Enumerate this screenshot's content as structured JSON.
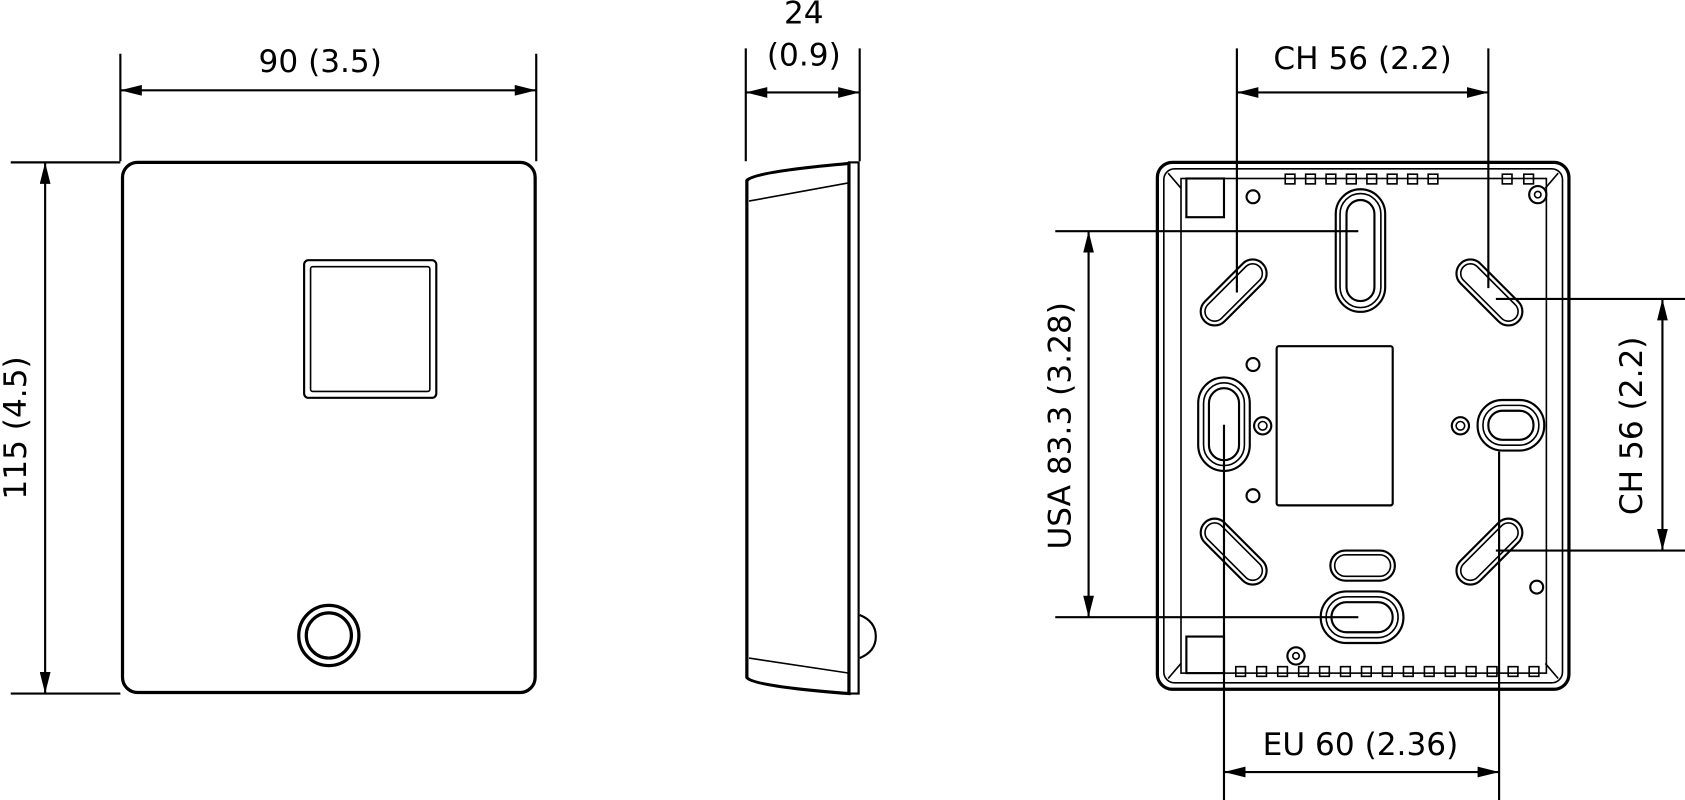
{
  "views": {
    "front": {
      "width_label": "90 (3.5)",
      "height_label": "115 (4.5)"
    },
    "side": {
      "depth_label_top": "24",
      "depth_label_bottom": "(0.9)"
    },
    "back": {
      "ch_horizontal_label": "CH 56 (2.2)",
      "usa_vertical_label": "USA 83.3 (3.28)",
      "ch_vertical_label": "CH 56 (2.2)",
      "eu_horizontal_label": "EU 60 (2.36)"
    }
  },
  "colors": {
    "line": "#000000",
    "background": "#ffffff"
  }
}
